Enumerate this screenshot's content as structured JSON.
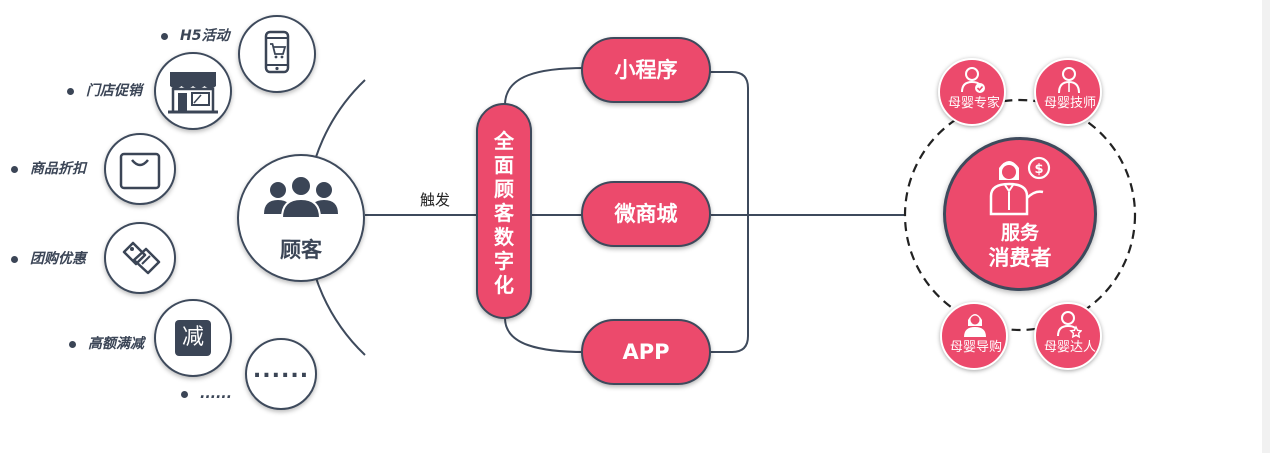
{
  "left_labels": {
    "h5": "H5活动",
    "store_promo": "门店促销",
    "product_discount": "商品折扣",
    "group_buy": "团购优惠",
    "full_reduction": "高额满减",
    "more": "......"
  },
  "icons": {
    "h5": "mobile-cart-icon",
    "store_promo": "storefront-icon",
    "product_discount": "shopping-bag-icon",
    "group_buy": "price-tags-icon",
    "full_reduction": "reduction-badge-icon",
    "more": "ellipsis-icon"
  },
  "reduction_char": "减",
  "more_dots": "......",
  "customer_label": "顾客",
  "trigger_label": "触发",
  "digitization_label": "全面顾客数字化",
  "channels": [
    "小程序",
    "微商城",
    "APP"
  ],
  "center": {
    "line1": "服务",
    "line2": "消费者"
  },
  "roles": {
    "expert": "母婴专家",
    "technician": "母婴技师",
    "guide": "母婴导购",
    "talent": "母婴达人"
  },
  "colors": {
    "accent": "#ec4a6c",
    "outline": "#3e4a5c",
    "text_dark": "#3b4556"
  }
}
